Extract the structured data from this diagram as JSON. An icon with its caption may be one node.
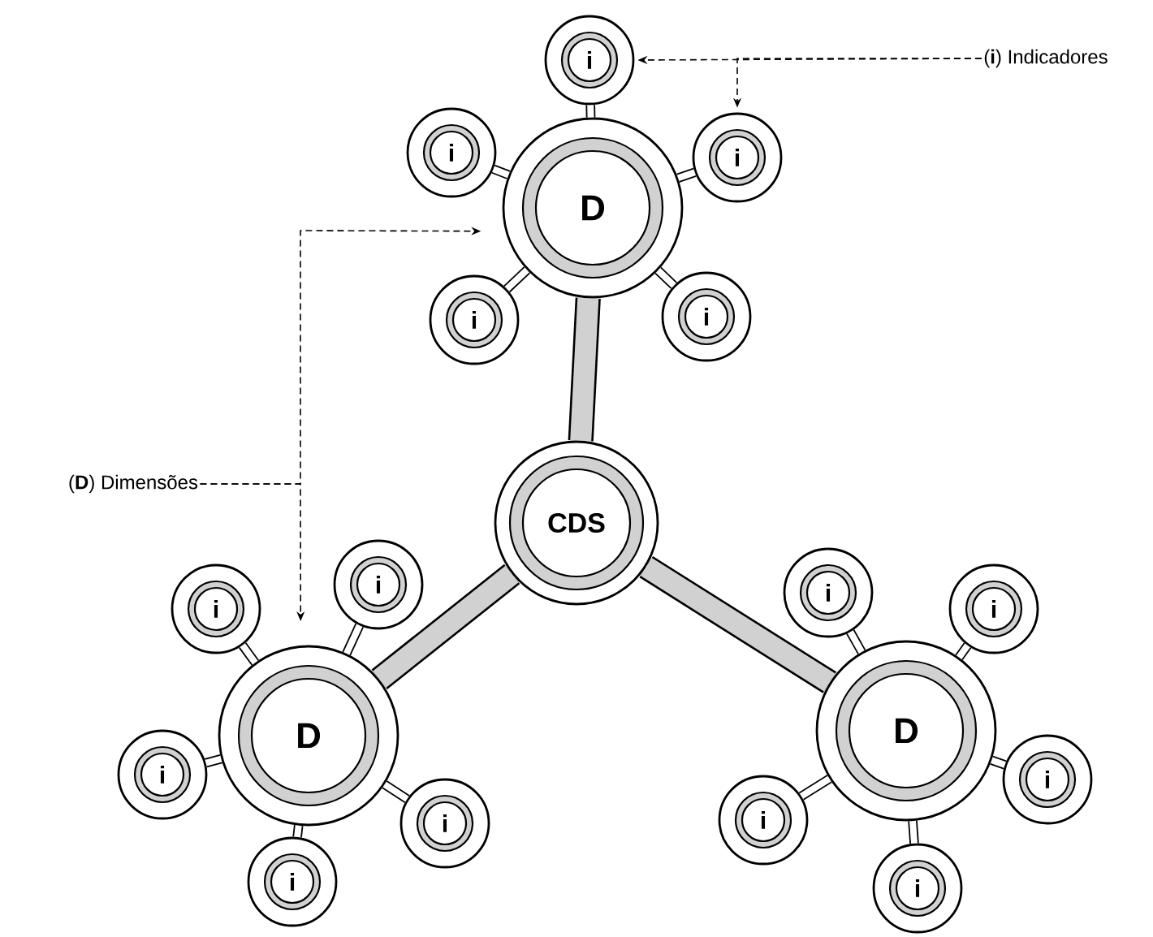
{
  "diagram": {
    "nodes": [
      {
        "text": [
          "CDS"
        ]
      },
      {
        "text": [
          "D"
        ]
      },
      {
        "text": [
          "i"
        ]
      },
      {
        "text": [
          "i"
        ]
      },
      {
        "text": [
          "i"
        ]
      },
      {
        "text": [
          "i"
        ]
      },
      {
        "text": [
          "i"
        ]
      },
      {
        "text": [
          "D"
        ]
      },
      {
        "text": [
          "i"
        ]
      },
      {
        "text": [
          "i"
        ]
      },
      {
        "text": [
          "i"
        ]
      },
      {
        "text": [
          "i"
        ]
      },
      {
        "text": [
          "i"
        ]
      },
      {
        "text": [
          "D"
        ]
      },
      {
        "text": [
          "i"
        ]
      },
      {
        "text": [
          "i"
        ]
      },
      {
        "text": [
          "i"
        ]
      },
      {
        "text": [
          "i"
        ]
      },
      {
        "text": [
          "i"
        ]
      },
      {
        "text": [
          "(**i**) Indicadores"
        ]
      },
      {
        "text": [
          "(**D**) Dimensões"
        ]
      }
    ],
    "edges": [
      {
        "from": 0,
        "to": 1,
        "arrow": "none",
        "style": "thick"
      },
      {
        "from": 0,
        "to": 7,
        "arrow": "none",
        "style": "thick"
      },
      {
        "from": 0,
        "to": 13,
        "arrow": "none",
        "style": "thick"
      },
      {
        "from": 1,
        "to": 2,
        "arrow": "none"
      },
      {
        "from": 1,
        "to": 3,
        "arrow": "none"
      },
      {
        "from": 1,
        "to": 4,
        "arrow": "none"
      },
      {
        "from": 1,
        "to": 5,
        "arrow": "none"
      },
      {
        "from": 1,
        "to": 6,
        "arrow": "none"
      },
      {
        "from": 7,
        "to": 8,
        "arrow": "none"
      },
      {
        "from": 7,
        "to": 9,
        "arrow": "none"
      },
      {
        "from": 7,
        "to": 10,
        "arrow": "none"
      },
      {
        "from": 7,
        "to": 11,
        "arrow": "none"
      },
      {
        "from": 7,
        "to": 12,
        "arrow": "none"
      },
      {
        "from": 13,
        "to": 14,
        "arrow": "none"
      },
      {
        "from": 13,
        "to": 15,
        "arrow": "none"
      },
      {
        "from": 13,
        "to": 16,
        "arrow": "none"
      },
      {
        "from": 13,
        "to": 17,
        "arrow": "none"
      },
      {
        "from": 13,
        "to": 18,
        "arrow": "none"
      },
      {
        "from": 19,
        "to": 2,
        "arrow": "to",
        "style": "dashed"
      },
      {
        "from": 19,
        "to": 4,
        "arrow": "to",
        "style": "dashed"
      },
      {
        "from": 20,
        "to": 1,
        "arrow": "to",
        "style": "dashed"
      },
      {
        "from": 20,
        "to": 7,
        "arrow": "to",
        "style": "dashed"
      }
    ]
  }
}
